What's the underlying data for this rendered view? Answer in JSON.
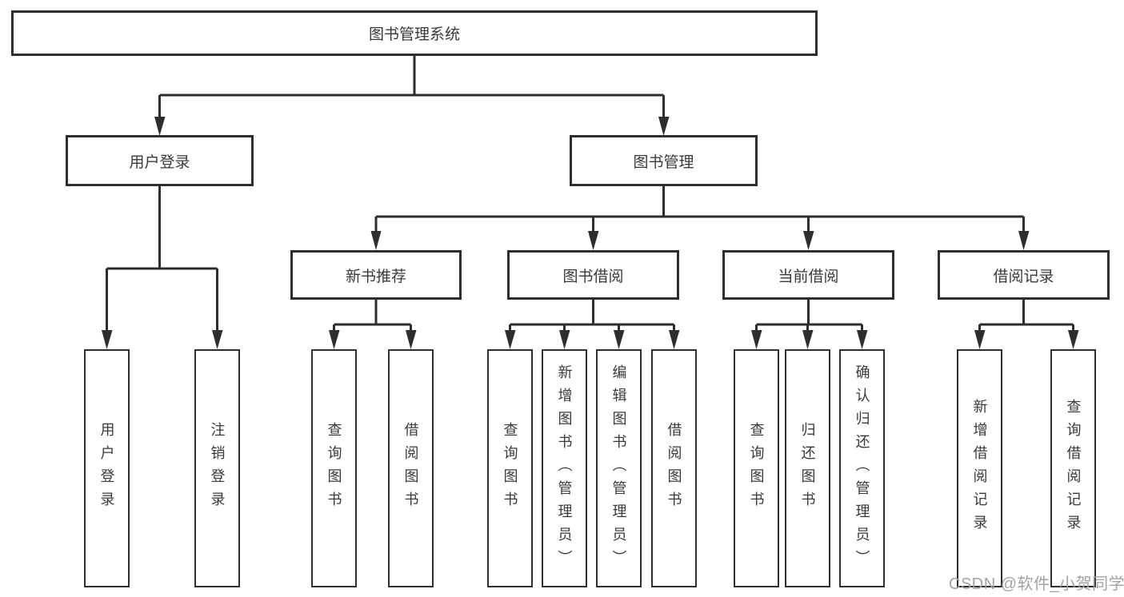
{
  "tree": {
    "root": {
      "label": "图书管理系统",
      "children": [
        {
          "label": "用户登录",
          "children": [
            {
              "label": "用户登录"
            },
            {
              "label": "注销登录"
            }
          ]
        },
        {
          "label": "图书管理",
          "children": [
            {
              "label": "新书推荐",
              "children": [
                {
                  "label": "查询图书"
                },
                {
                  "label": "借阅图书"
                }
              ]
            },
            {
              "label": "图书借阅",
              "children": [
                {
                  "label": "查询图书"
                },
                {
                  "label": "新增图书（管理员）"
                },
                {
                  "label": "编辑图书（管理员）"
                },
                {
                  "label": "借阅图书"
                }
              ]
            },
            {
              "label": "当前借阅",
              "children": [
                {
                  "label": "查询图书"
                },
                {
                  "label": "归还图书"
                },
                {
                  "label": "确认归还（管理员）"
                }
              ]
            },
            {
              "label": "借阅记录",
              "children": [
                {
                  "label": "新增借阅记录"
                },
                {
                  "label": "查询借阅记录"
                }
              ]
            }
          ]
        }
      ]
    }
  },
  "watermark": {
    "text": "CSDN @软件_小贺同学"
  },
  "colors": {
    "line": "#2e2e2e",
    "box_border": "#2e2e2e",
    "text": "#3a3a3a",
    "watermark": "#a3a3a3",
    "background": "#ffffff"
  }
}
